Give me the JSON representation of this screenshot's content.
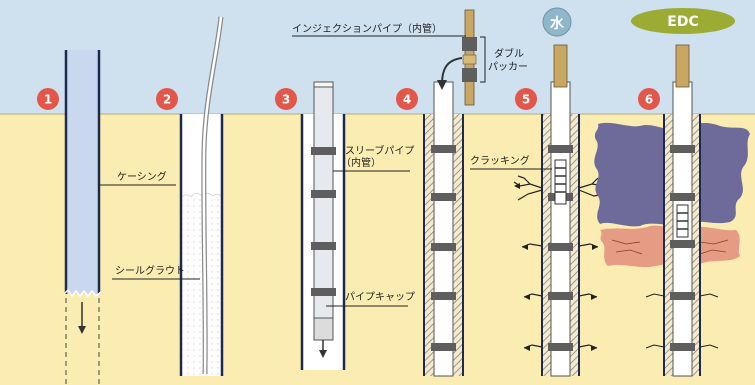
{
  "colors": {
    "sky": "#cfe0ef",
    "ground": "#fbecb1",
    "pipe": "#dfe3ea",
    "casing": "#c9d8ee",
    "step_badge": "#e3564a",
    "packer": "#5e5e5e",
    "grout_hatch": "#9b8f7a",
    "water_badge": "#8fb7c9",
    "edc_badge": "#9bab33",
    "purple_zone": "#6e6a9a",
    "pink_zone": "#e69b85"
  },
  "steps": [
    "1",
    "2",
    "3",
    "4",
    "5",
    "6"
  ],
  "labels": {
    "casing": "ケーシング",
    "seal_grout": "シールグラウト",
    "sleeve_pipe": "スリーブパイプ",
    "sleeve_pipe_sub": "（内管）",
    "pipe_cap": "パイプキャップ",
    "injection_pipe": "インジェクションパイプ（内管）",
    "double_packer_1": "ダブル",
    "double_packer_2": "パッカー",
    "cracking": "クラッキング",
    "water": "水",
    "edc": "EDC"
  }
}
